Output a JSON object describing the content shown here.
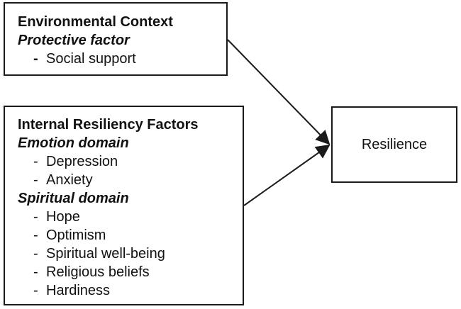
{
  "environment": {
    "title": "Environmental Context",
    "factor_heading": "Protective factor",
    "items": [
      {
        "dash": "-",
        "label": "Social support"
      }
    ]
  },
  "internal": {
    "title": "Internal Resiliency Factors",
    "domains": [
      {
        "heading": "Emotion domain",
        "items": [
          {
            "dash": "-",
            "label": "Depression"
          },
          {
            "dash": "-",
            "label": "Anxiety"
          }
        ]
      },
      {
        "heading": "Spiritual domain",
        "items": [
          {
            "dash": "-",
            "label": "Hope"
          },
          {
            "dash": "-",
            "label": "Optimism"
          },
          {
            "dash": "-",
            "label": "Spiritual well-being"
          },
          {
            "dash": "-",
            "label": "Religious beliefs"
          },
          {
            "dash": "-",
            "label": "Hardiness"
          }
        ]
      }
    ]
  },
  "outcome": {
    "label": "Resilience"
  },
  "colors": {
    "line": "#1a1a1a",
    "text": "#111111",
    "background": "#ffffff"
  }
}
